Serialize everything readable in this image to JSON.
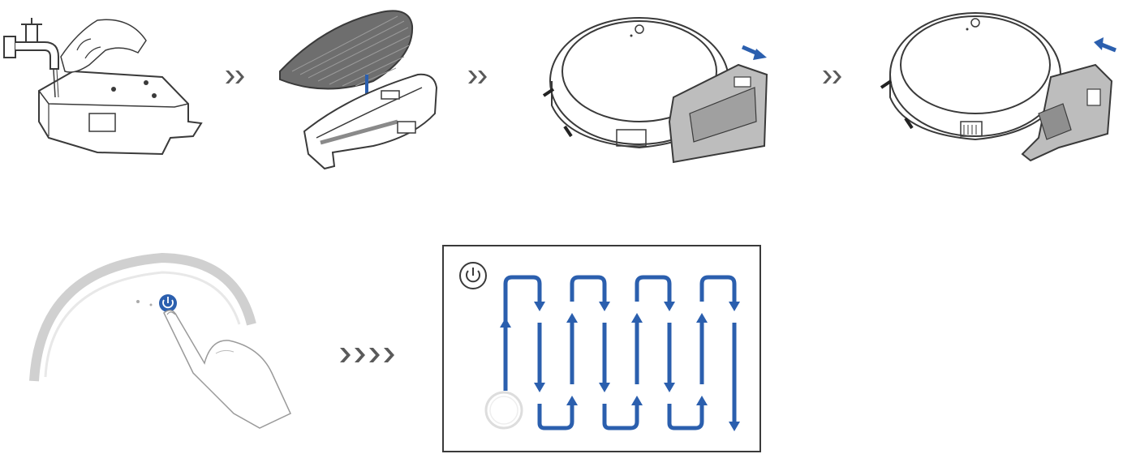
{
  "steps": [
    {
      "id": 1,
      "icon": "fill-water-tank-icon"
    },
    {
      "id": 2,
      "icon": "attach-mop-pad-icon"
    },
    {
      "id": 3,
      "icon": "remove-dust-bin-icon"
    },
    {
      "id": 4,
      "icon": "install-water-tank-icon"
    },
    {
      "id": 5,
      "icon": "press-power-button-icon"
    },
    {
      "id": 6,
      "icon": "zigzag-mopping-pattern-icon"
    }
  ],
  "colors": {
    "accent_blue": "#2b5fae",
    "line": "#3a3a3a",
    "tank_gray": "#9a9a9a",
    "chevron": "#5a5a5a"
  }
}
